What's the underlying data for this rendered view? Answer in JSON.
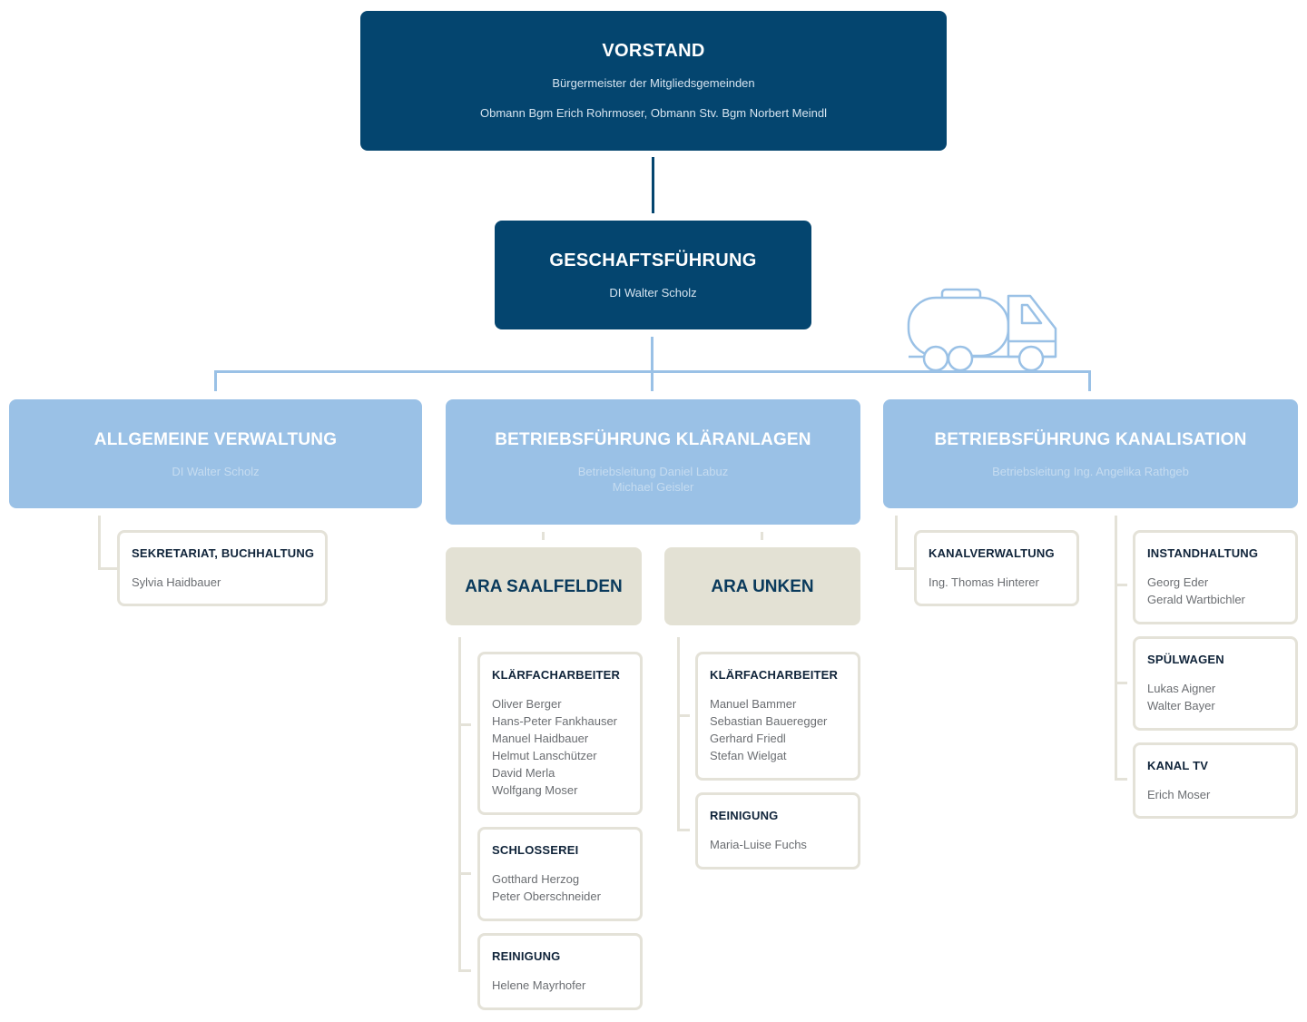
{
  "vorstand": {
    "title": "VORSTAND",
    "line1": "Bürgermeister der Mitgliedsgemeinden",
    "line2": "Obmann Bgm Erich Rohrmoser, Obmann Stv. Bgm Norbert Meindl"
  },
  "geschaeftsfuehrung": {
    "title": "GESCHAFTSFÜHRUNG",
    "sub": "DI Walter Scholz"
  },
  "verwaltung": {
    "title": "ALLGEMEINE VERWALTUNG",
    "sub": "DI Walter Scholz",
    "cards": [
      {
        "title": "SEKRETARIAT, BUCHHALTUNG",
        "names": [
          "Sylvia Haidbauer"
        ]
      }
    ]
  },
  "klaeranlagen": {
    "title": "BETRIEBSFÜHRUNG KLÄRANLAGEN",
    "sub1": "Betriebsleitung Daniel Labuz",
    "sub2": "Michael Geisler",
    "saalfelden": {
      "title": "ARA SAALFELDEN",
      "cards": [
        {
          "title": "KLÄRFACHARBEITER",
          "names": [
            "Oliver Berger",
            "Hans-Peter Fankhauser",
            "Manuel Haidbauer",
            "Helmut Lanschützer",
            "David Merla",
            "Wolfgang Moser"
          ]
        },
        {
          "title": "SCHLOSSEREI",
          "names": [
            "Gotthard Herzog",
            "Peter Oberschneider"
          ]
        },
        {
          "title": "REINIGUNG",
          "names": [
            "Helene Mayrhofer"
          ]
        }
      ]
    },
    "unken": {
      "title": "ARA UNKEN",
      "cards": [
        {
          "title": "KLÄRFACHARBEITER",
          "names": [
            "Manuel Bammer",
            "Sebastian Baueregger",
            "Gerhard Friedl",
            "Stefan Wielgat"
          ]
        },
        {
          "title": "REINIGUNG",
          "names": [
            "Maria-Luise Fuchs"
          ]
        }
      ]
    }
  },
  "kanalisation": {
    "title": "BETRIEBSFÜHRUNG KANALISATION",
    "sub": "Betriebsleitung Ing. Angelika Rathgeb",
    "left_cards": [
      {
        "title": "KANALVERWALTUNG",
        "names": [
          "Ing. Thomas Hinterer"
        ]
      }
    ],
    "right_cards": [
      {
        "title": "INSTANDHALTUNG",
        "names": [
          "Georg Eder",
          "Gerald Wartbichler"
        ]
      },
      {
        "title": "SPÜLWAGEN",
        "names": [
          "Lukas Aigner",
          "Walter Bayer"
        ]
      },
      {
        "title": "KANAL TV",
        "names": [
          "Erich Moser"
        ]
      }
    ]
  },
  "colors": {
    "dark_blue": "#04456f",
    "light_blue": "#9ac1e6",
    "beige": "#e3e1d4",
    "card_border": "#e4e2d8"
  },
  "icons": [
    "tanker-truck-icon"
  ]
}
